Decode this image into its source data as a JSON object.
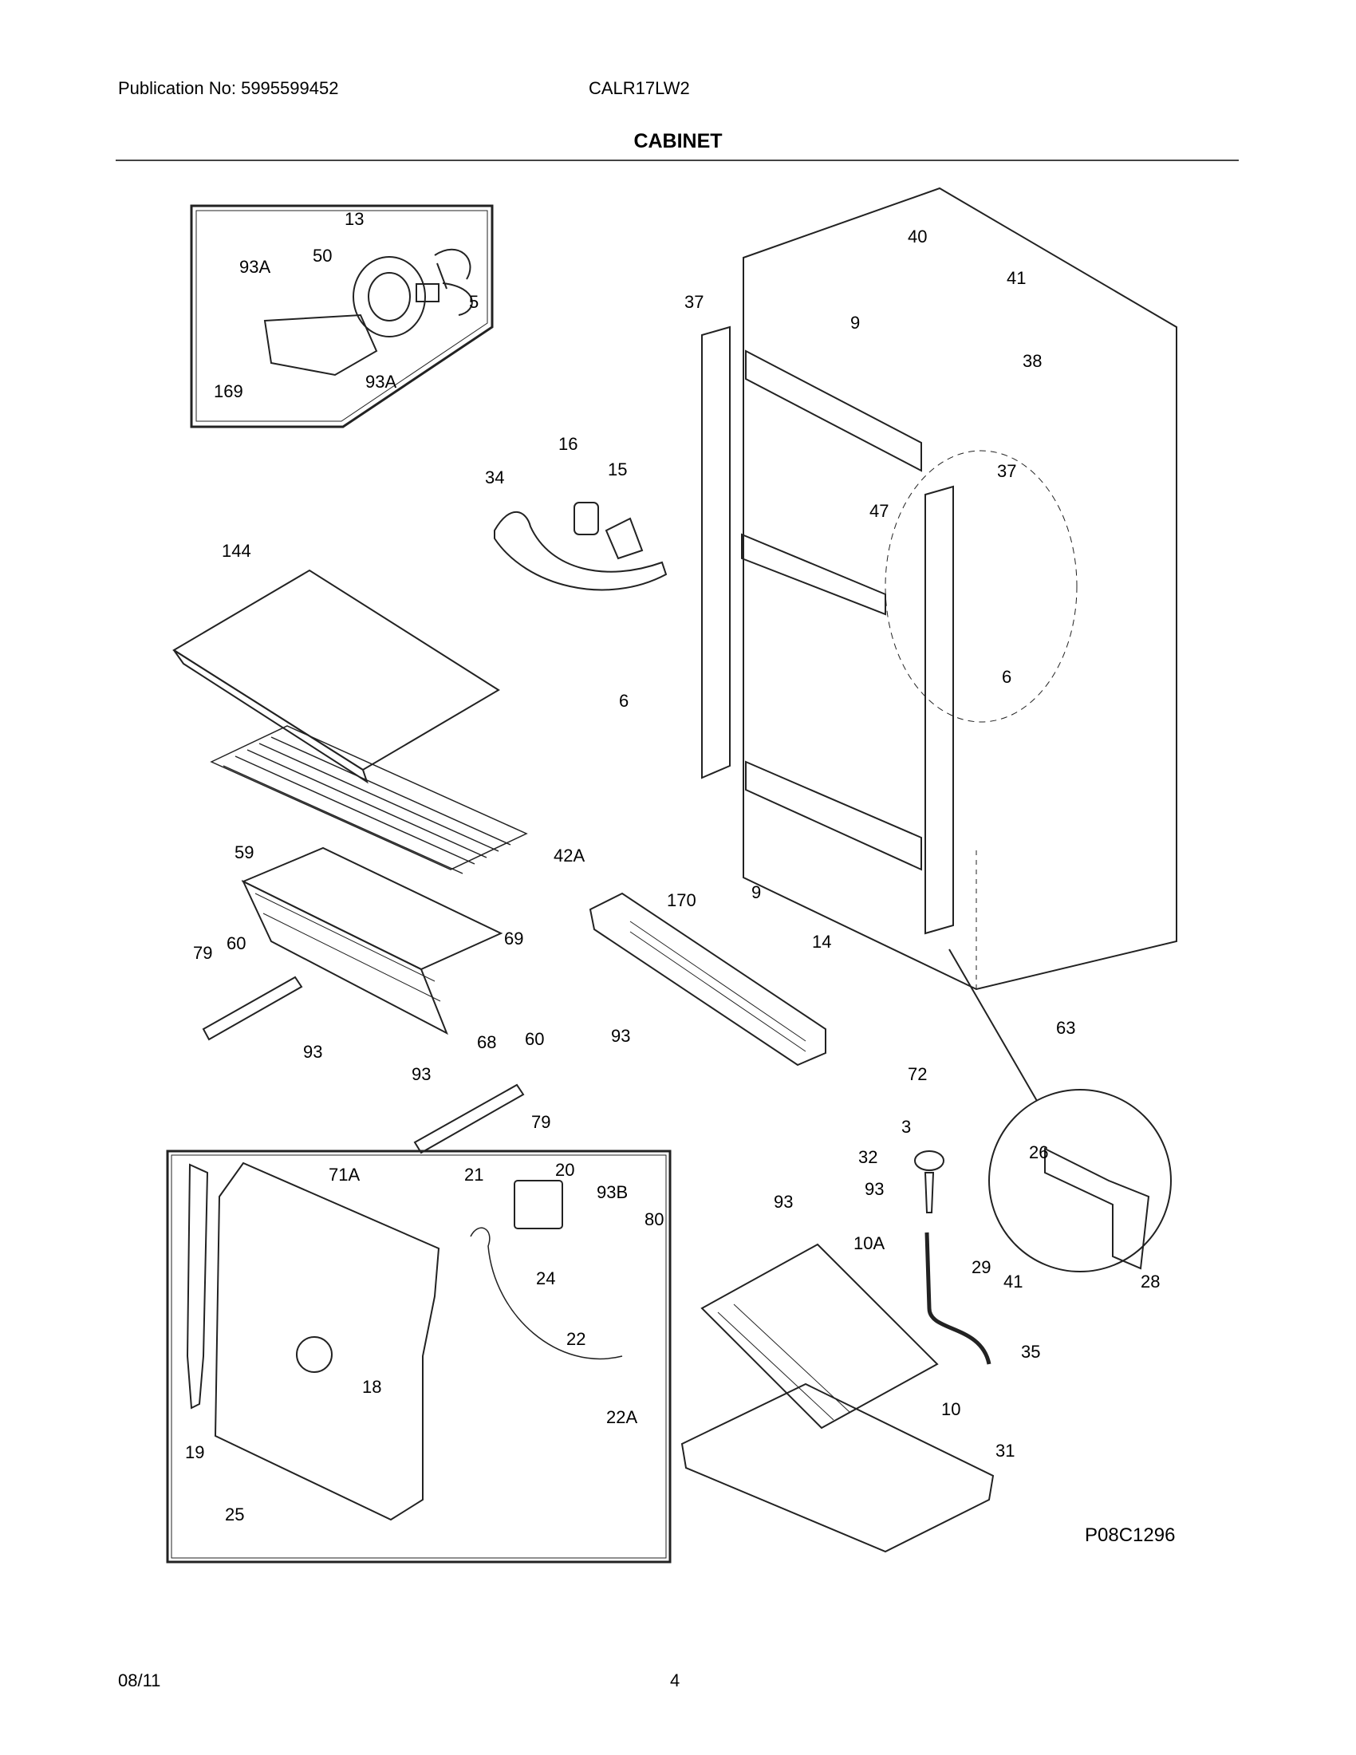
{
  "header": {
    "publication": "Publication No: 5995599452",
    "model": "CALR17LW2",
    "title": "CABINET"
  },
  "diagram_code": "P08C1296",
  "callouts": [
    {
      "label": "13"
    },
    {
      "label": "50"
    },
    {
      "label": "93A"
    },
    {
      "label": "5"
    },
    {
      "label": "169"
    },
    {
      "label": "93A"
    },
    {
      "label": "40"
    },
    {
      "label": "41"
    },
    {
      "label": "37"
    },
    {
      "label": "9"
    },
    {
      "label": "38"
    },
    {
      "label": "37"
    },
    {
      "label": "16"
    },
    {
      "label": "15"
    },
    {
      "label": "34"
    },
    {
      "label": "47"
    },
    {
      "label": "144"
    },
    {
      "label": "6"
    },
    {
      "label": "6"
    },
    {
      "label": "42A"
    },
    {
      "label": "59"
    },
    {
      "label": "9"
    },
    {
      "label": "170"
    },
    {
      "label": "69"
    },
    {
      "label": "79"
    },
    {
      "label": "60"
    },
    {
      "label": "14"
    },
    {
      "label": "63"
    },
    {
      "label": "93"
    },
    {
      "label": "68"
    },
    {
      "label": "93"
    },
    {
      "label": "60"
    },
    {
      "label": "93"
    },
    {
      "label": "72"
    },
    {
      "label": "79"
    },
    {
      "label": "3"
    },
    {
      "label": "32"
    },
    {
      "label": "26"
    },
    {
      "label": "71A"
    },
    {
      "label": "21"
    },
    {
      "label": "20"
    },
    {
      "label": "93B"
    },
    {
      "label": "80"
    },
    {
      "label": "93"
    },
    {
      "label": "93"
    },
    {
      "label": "10A"
    },
    {
      "label": "24"
    },
    {
      "label": "29"
    },
    {
      "label": "41"
    },
    {
      "label": "28"
    },
    {
      "label": "22"
    },
    {
      "label": "18"
    },
    {
      "label": "35"
    },
    {
      "label": "10"
    },
    {
      "label": "22A"
    },
    {
      "label": "19"
    },
    {
      "label": "31"
    },
    {
      "label": "25"
    }
  ],
  "footer": {
    "date": "08/11",
    "page": "4"
  }
}
